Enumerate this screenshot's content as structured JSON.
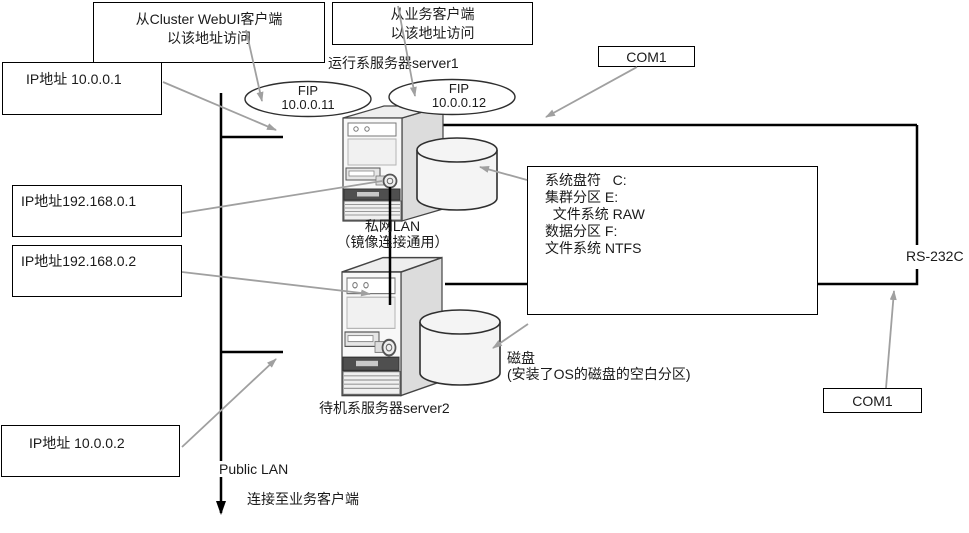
{
  "callouts": {
    "webui": {
      "line1": "从Cluster WebUI客户端",
      "line2": "以该地址访问"
    },
    "business": {
      "line1": "从业务客户端",
      "line2": "以该地址访问"
    }
  },
  "ip_labels": {
    "pub1": "IP地址 10.0.0.1",
    "priv1": "IP地址192.168.0.1",
    "priv2": "IP地址192.168.0.2",
    "pub2": "IP地址 10.0.0.2"
  },
  "servers": {
    "active": "运行系服务器server1",
    "standby": "待机系服务器server2"
  },
  "fip1": {
    "title": "FIP",
    "address": "10.0.0.11"
  },
  "fip2": {
    "title": "FIP",
    "address": "10.0.0.12"
  },
  "com1_top": "COM1",
  "com1_bottom": "COM1",
  "rs232c": "RS-232C",
  "private_lan": {
    "line1": "私网LAN",
    "line2": "（镜像连接通用）"
  },
  "public_lan": {
    "label": "Public LAN",
    "note": "连接至业务客户端"
  },
  "disk_info": {
    "lines": [
      "系统盘符   C:",
      "集群分区 E:",
      "  文件系统 RAW",
      "数据分区 F:",
      "文件系统 NTFS"
    ]
  },
  "disk_label": {
    "line1": "磁盘",
    "line2": "(安装了OS的磁盘的空白分区)"
  },
  "colors": {
    "structural_line": "#000000",
    "connector_arrow": "#a0a0a0",
    "server_body": "#f8f8f8",
    "disk_fill": "#f4f4f4"
  }
}
